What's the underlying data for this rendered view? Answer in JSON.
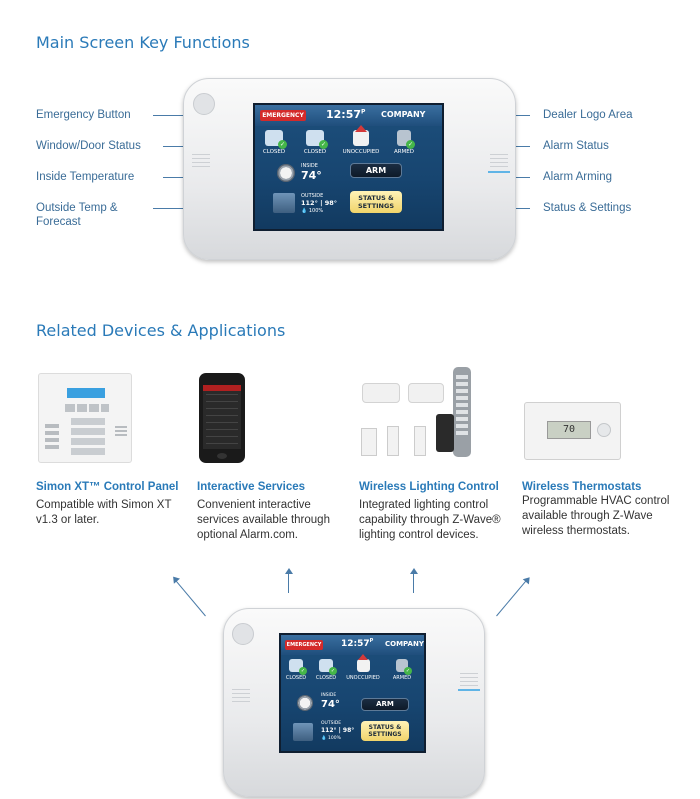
{
  "main_section": {
    "title": "Main Screen Key Functions",
    "callouts_left": [
      "Emergency Button",
      "Window/Door Status",
      "Inside Temperature",
      "Outside Temp &",
      "Forecast"
    ],
    "callouts_right": [
      "Dealer Logo Area",
      "Alarm Status",
      "Alarm Arming",
      "Status & Settings"
    ]
  },
  "screen": {
    "emergency": "EMERGENCY",
    "time": "12:57",
    "time_suffix": "P",
    "company": "COMPANY",
    "status_items": [
      "CLOSED",
      "CLOSED",
      "UNOCCUPIED",
      "ARMED"
    ],
    "inside_label": "INSIDE",
    "inside_temp": "74°",
    "outside_label": "OUTSIDE",
    "outside_temp": "112° | 98°",
    "outside_humidity": "100%",
    "arm_button": "ARM",
    "status_button_line1": "STATUS &",
    "status_button_line2": "SETTINGS"
  },
  "related_section": {
    "title": "Related Devices & Applications",
    "devices": [
      {
        "title": "Simon XT™ Control Panel",
        "desc": [
          "Compatible with Simon XT",
          "v1.3 or later."
        ]
      },
      {
        "title": "Interactive Services",
        "desc": [
          "Convenient interactive",
          "services available through",
          "optional Alarm.com."
        ]
      },
      {
        "title": "Wireless Lighting Control",
        "desc": [
          "Integrated lighting control",
          "capability through Z-Wave®",
          "lighting control devices."
        ]
      },
      {
        "title": "Wireless Thermostats",
        "desc": [
          "Programmable HVAC control",
          "available through Z-Wave",
          "wireless thermostats."
        ]
      }
    ],
    "thermostat_display": "70"
  },
  "colors": {
    "accent": "#2a7ab8",
    "callout": "#3a6c97",
    "emergency": "#d42a2a",
    "status_button": "#f0d46a",
    "check": "#45b649"
  }
}
